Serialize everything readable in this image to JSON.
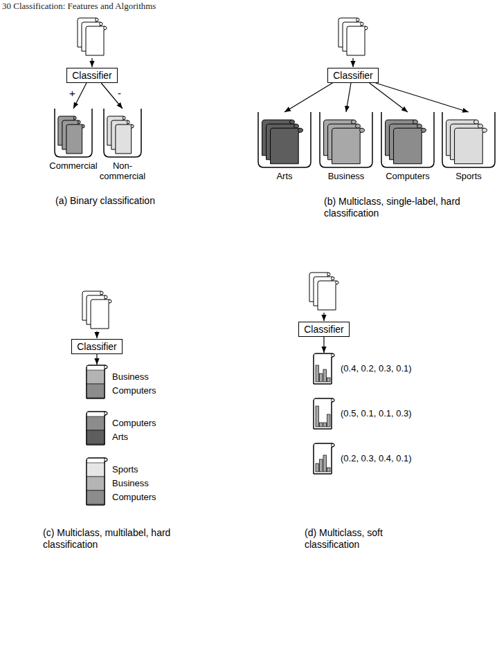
{
  "diagram": {
    "nodes": [
      {
        "text": [
          "Classifier"
        ]
      },
      {
        "text": [
          "Commercial"
        ]
      },
      {
        "text": [
          "Non-commercial"
        ]
      },
      {
        "text": [
          "Classifier"
        ]
      },
      {
        "text": [
          "Arts"
        ]
      },
      {
        "text": [
          "Business"
        ]
      },
      {
        "text": [
          "Computers"
        ]
      },
      {
        "text": [
          "Sports"
        ]
      },
      {
        "text": [
          "Classifier"
        ]
      },
      {
        "text": [
          "Business",
          "Computers"
        ]
      },
      {
        "text": [
          "Computers",
          "Arts"
        ]
      },
      {
        "text": [
          "Sports",
          "Business",
          "Computers"
        ]
      },
      {
        "text": [
          "Classifier"
        ]
      },
      {
        "text": [
          "(0.4, 0.2, 0.3, 0.1)"
        ]
      },
      {
        "text": [
          "(0.5, 0.1, 0.1, 0.3)"
        ]
      },
      {
        "text": [
          "(0.2, 0.3, 0.4, 0.1)"
        ]
      }
    ],
    "edges": [
      {
        "from": 0,
        "to": 1,
        "arrow": "to",
        "label": "+"
      },
      {
        "from": 0,
        "to": 2,
        "arrow": "to",
        "label": "-"
      },
      {
        "from": 3,
        "to": 4,
        "arrow": "to"
      },
      {
        "from": 3,
        "to": 5,
        "arrow": "to"
      },
      {
        "from": 3,
        "to": 6,
        "arrow": "to"
      },
      {
        "from": 3,
        "to": 7,
        "arrow": "to"
      },
      {
        "from": 8,
        "to": 9,
        "arrow": "to"
      },
      {
        "from": 12,
        "to": 13,
        "arrow": "to"
      }
    ],
    "labels": [
      "30 Classification: Features and Algorithms",
      "(a) Binary classification",
      "(b) Multiclass, single-label, hard classification",
      "(c) Multiclass, multilabel, hard classification",
      "(d) Multiclass, soft classification"
    ]
  }
}
